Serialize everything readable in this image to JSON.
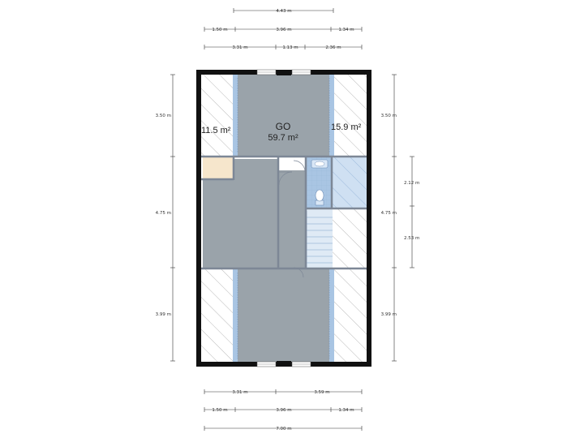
{
  "colors": {
    "wall": "#111111",
    "interior_wall": "#7d8796",
    "floor": "#9aa3aa",
    "hatch": "#a8a8a8",
    "blue": "#a9c5e3",
    "beige": "#f6e6cc",
    "dim_line": "#333333"
  },
  "rooms": {
    "main": {
      "name": "GO",
      "area": "59.7 m²"
    },
    "left": {
      "area": "11.5 m²"
    },
    "right": {
      "area": "15.9 m²"
    }
  },
  "dimensions": {
    "top": {
      "overall": "4.43 m",
      "row2": [
        "1.50 m",
        "3.96 m",
        "1.34 m"
      ],
      "row3": [
        "3.31 m",
        "1.13 m",
        "2.36 m"
      ]
    },
    "bottom": {
      "row1": [
        "3.31 m",
        "3.59 m"
      ],
      "row2": [
        "1.50 m",
        "3.96 m",
        "1.34 m"
      ],
      "overall": "7.00 m"
    },
    "left": [
      "3.50 m",
      "4.75 m",
      "3.99 m"
    ],
    "right": [
      "3.50 m",
      "4.75 m",
      "3.99 m"
    ],
    "right_inner": [
      "2.12 m",
      "2.53 m"
    ]
  },
  "icons": {
    "toilet": "toilet-icon",
    "sink": "sink-icon",
    "stairs": "stairs-icon",
    "windows": "window-icon"
  }
}
